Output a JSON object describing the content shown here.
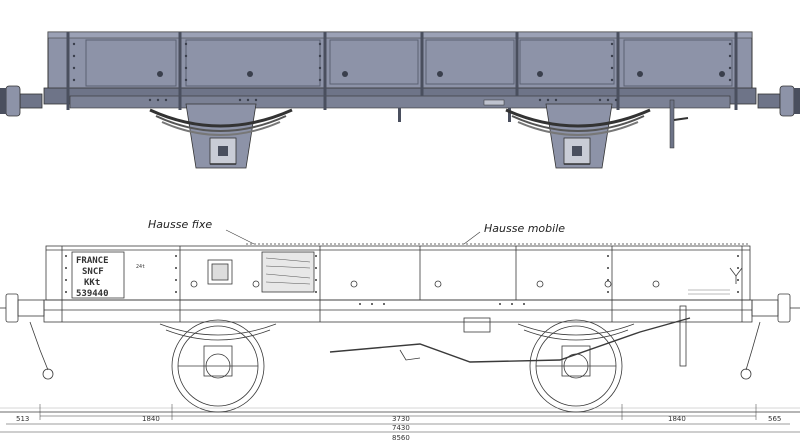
{
  "colors": {
    "body_fill": "#8d93a8",
    "body_dark": "#6e7488",
    "frame_dark": "#4a4f5e",
    "steel": "#b9bdc8",
    "line": "#3a3a3a"
  },
  "drawing_labels": {
    "fixed_side": "Hausse fixe",
    "mobile_side": "Hausse mobile"
  },
  "stencil": {
    "line1": "FRANCE",
    "line2": "SNCF",
    "line3": "KKt",
    "line4": "539440",
    "plate": "24t"
  },
  "dimensions": {
    "left_buffer": "513",
    "left_overhang": "1840",
    "wheelbase": "3730",
    "right_overhang": "1840",
    "right_buffer": "565",
    "length_frame": "7430",
    "length_total": "8560"
  }
}
